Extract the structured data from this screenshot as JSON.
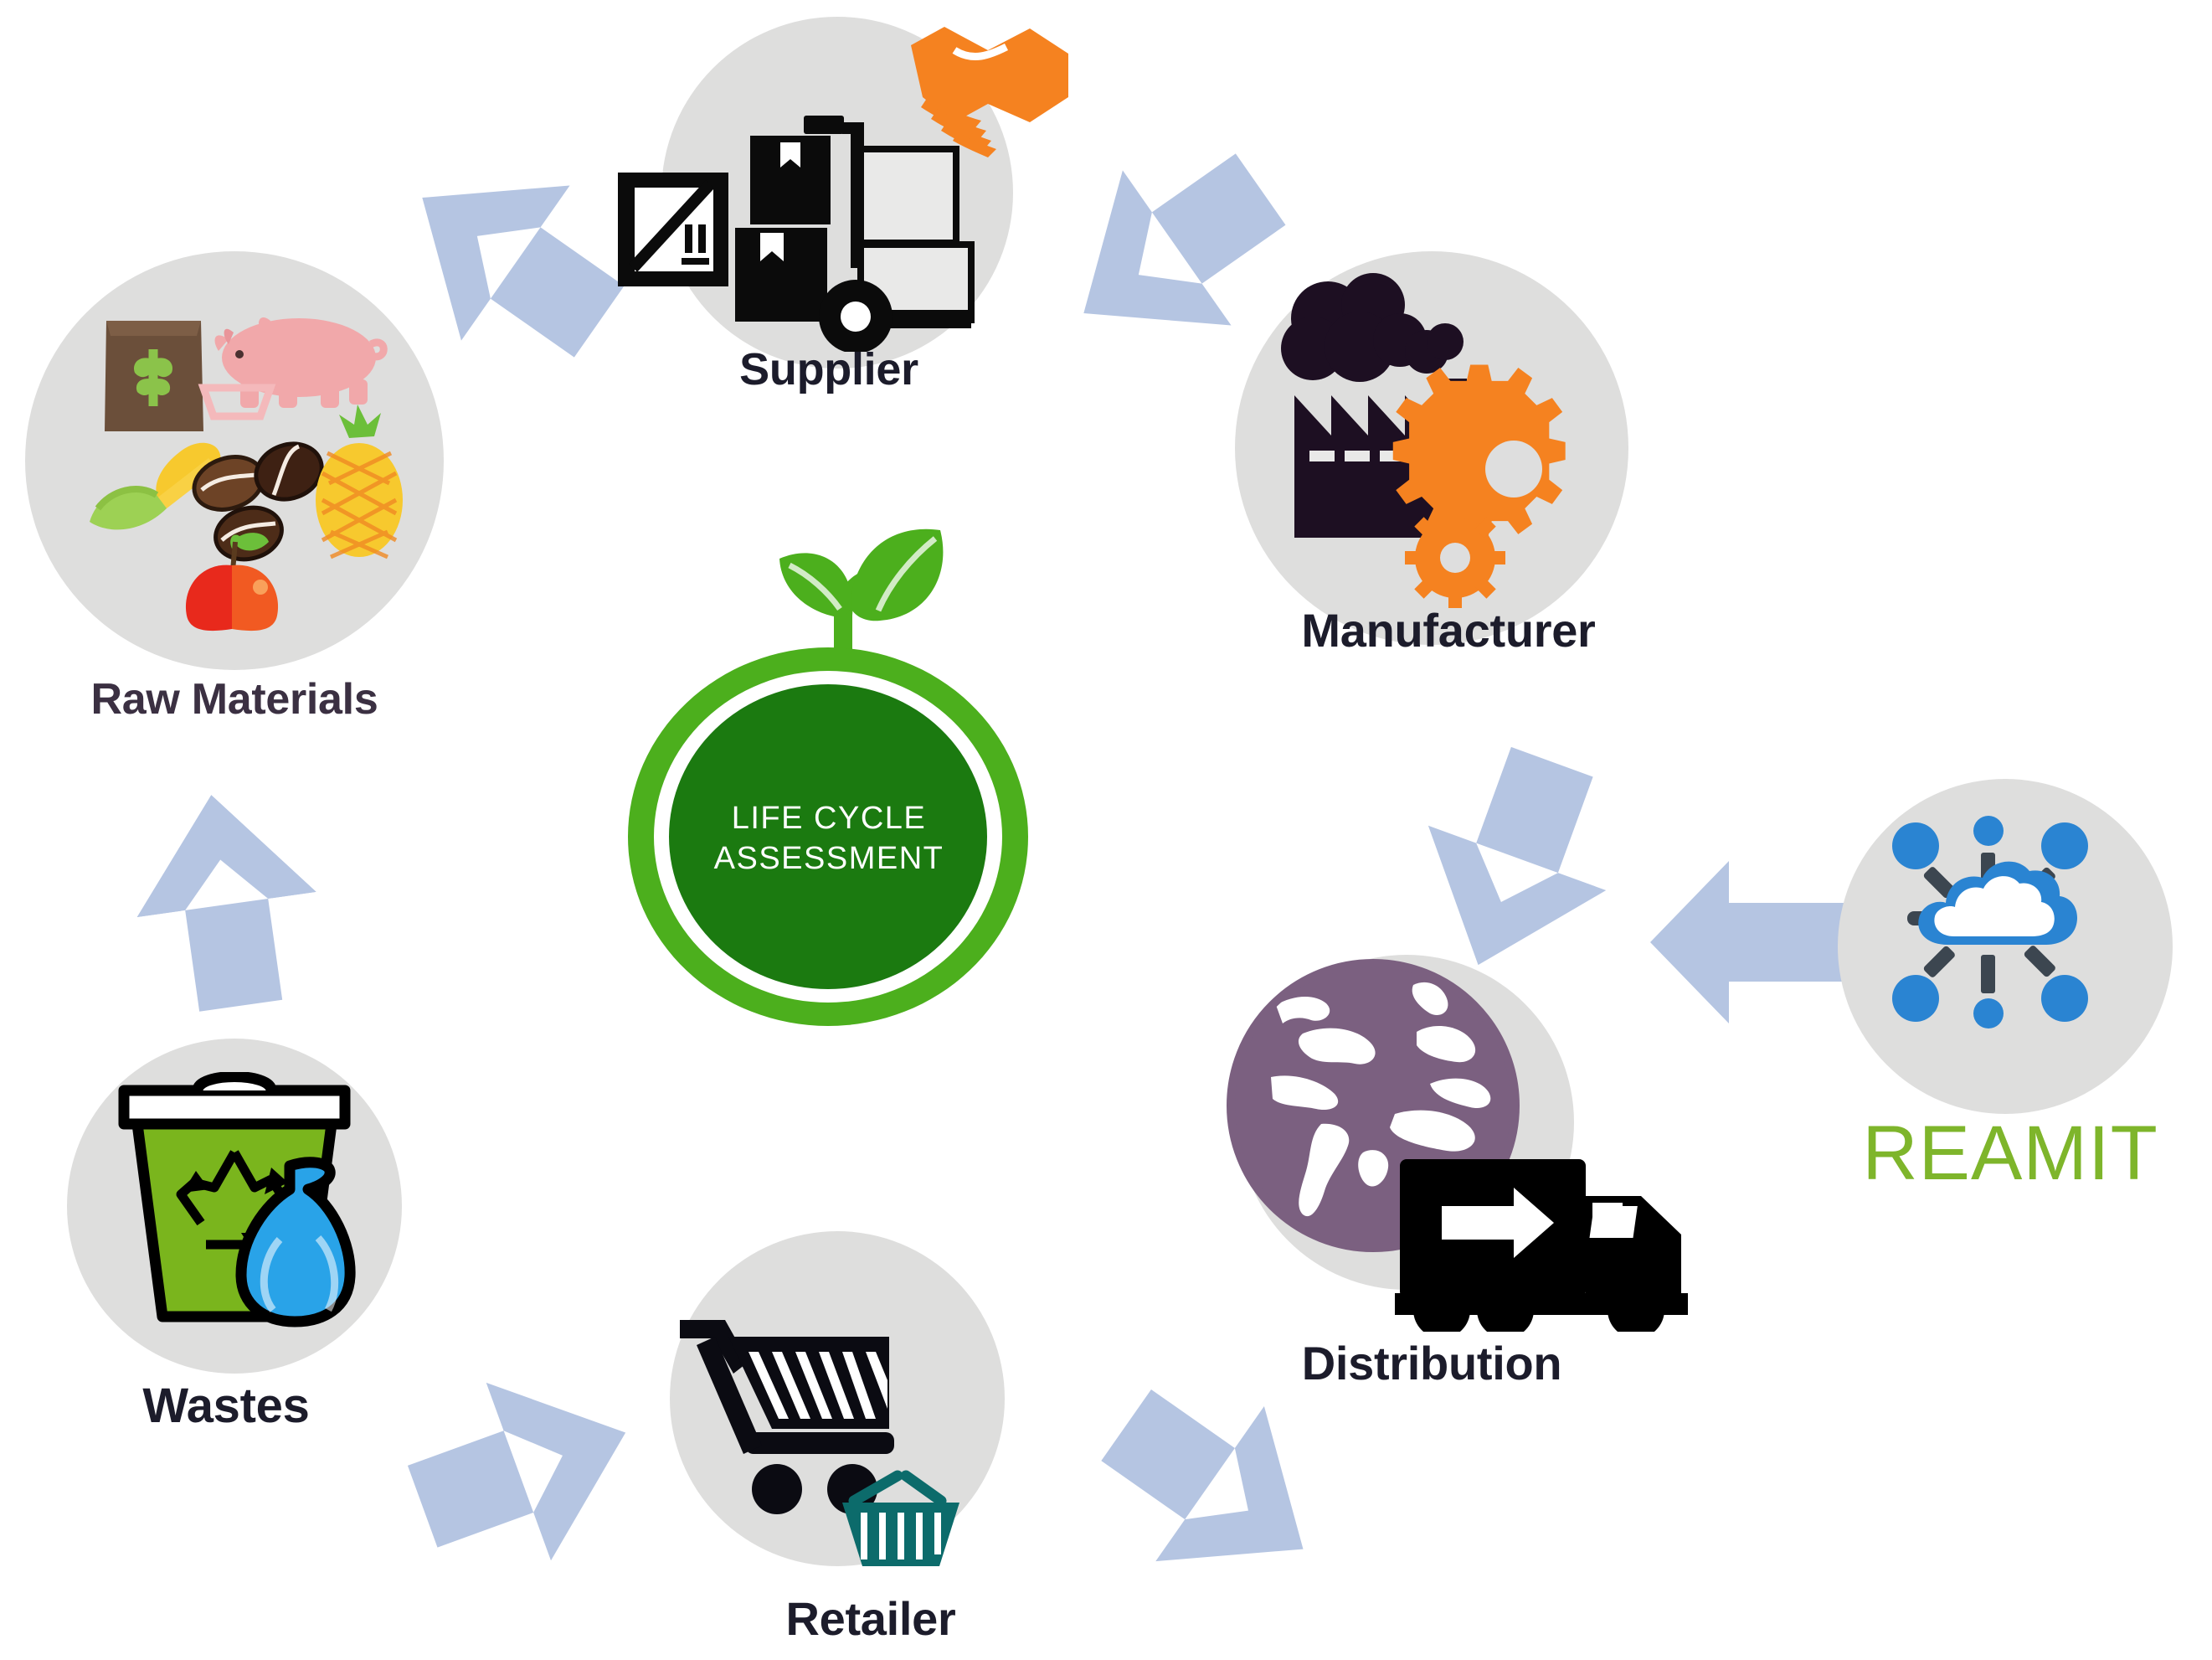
{
  "diagram": {
    "title": "Life Cycle Assessment supply chain cycle",
    "background_color": "#ffffff",
    "circle_fill": "#dededd",
    "arrow_color": "#b5c5e2",
    "label_color": "#1c1c2b",
    "raw_materials_label_color": "#3b3042"
  },
  "center": {
    "name": "life-cycle-assessment-logo",
    "line1": "LIFE  CYCLE",
    "line2": "ASSESSMENT",
    "ring_color": "#4caf1d",
    "disc_color": "#1b7a10",
    "leaf_color": "#4caf1d",
    "text_color": "#ffffff"
  },
  "stages": [
    {
      "id": "supplier",
      "label": "Supplier",
      "icon": "supplier-icon",
      "accent": "#f58220",
      "label_color": "#1c1c2b"
    },
    {
      "id": "manufacturer",
      "label": "Manufacturer",
      "icon": "factory-icon",
      "accent": "#f58220",
      "label_color": "#1c1c2b"
    },
    {
      "id": "distribution",
      "label": "Distribution",
      "icon": "globe-truck-icon",
      "accent": "#7b6080",
      "label_color": "#1c1c2b"
    },
    {
      "id": "retailer",
      "label": "Retailer",
      "icon": "shopping-cart-icon",
      "accent": "#0c6b6b",
      "label_color": "#1c1c2b"
    },
    {
      "id": "wastes",
      "label": "Wastes",
      "icon": "recycle-bin-icon",
      "accent": "#7ab51d",
      "label_color": "#1c1c2b"
    },
    {
      "id": "raw_materials",
      "label": "Raw Materials",
      "icon": "raw-materials-icon",
      "accent": "#3b3042",
      "label_color": "#3b3042"
    }
  ],
  "project": {
    "id": "reamit",
    "label": "REAMIT",
    "icon": "cloud-iot-icon",
    "label_color": "#7eb52b",
    "cloud_color": "#2a84d2",
    "node_color": "#2a84d2",
    "spoke_color": "#3c4650"
  },
  "arrows": [
    {
      "id": "arrow-raw-to-supplier",
      "from": "raw_materials",
      "to": "supplier"
    },
    {
      "id": "arrow-supplier-to-manufacturer",
      "from": "supplier",
      "to": "manufacturer"
    },
    {
      "id": "arrow-manufacturer-to-distribution",
      "from": "manufacturer",
      "to": "distribution"
    },
    {
      "id": "arrow-reamit-to-distribution",
      "from": "reamit",
      "to": "distribution"
    },
    {
      "id": "arrow-distribution-to-retailer",
      "from": "distribution",
      "to": "retailer"
    },
    {
      "id": "arrow-retailer-to-wastes",
      "from": "retailer",
      "to": "wastes"
    },
    {
      "id": "arrow-wastes-to-raw",
      "from": "wastes",
      "to": "raw_materials"
    }
  ]
}
